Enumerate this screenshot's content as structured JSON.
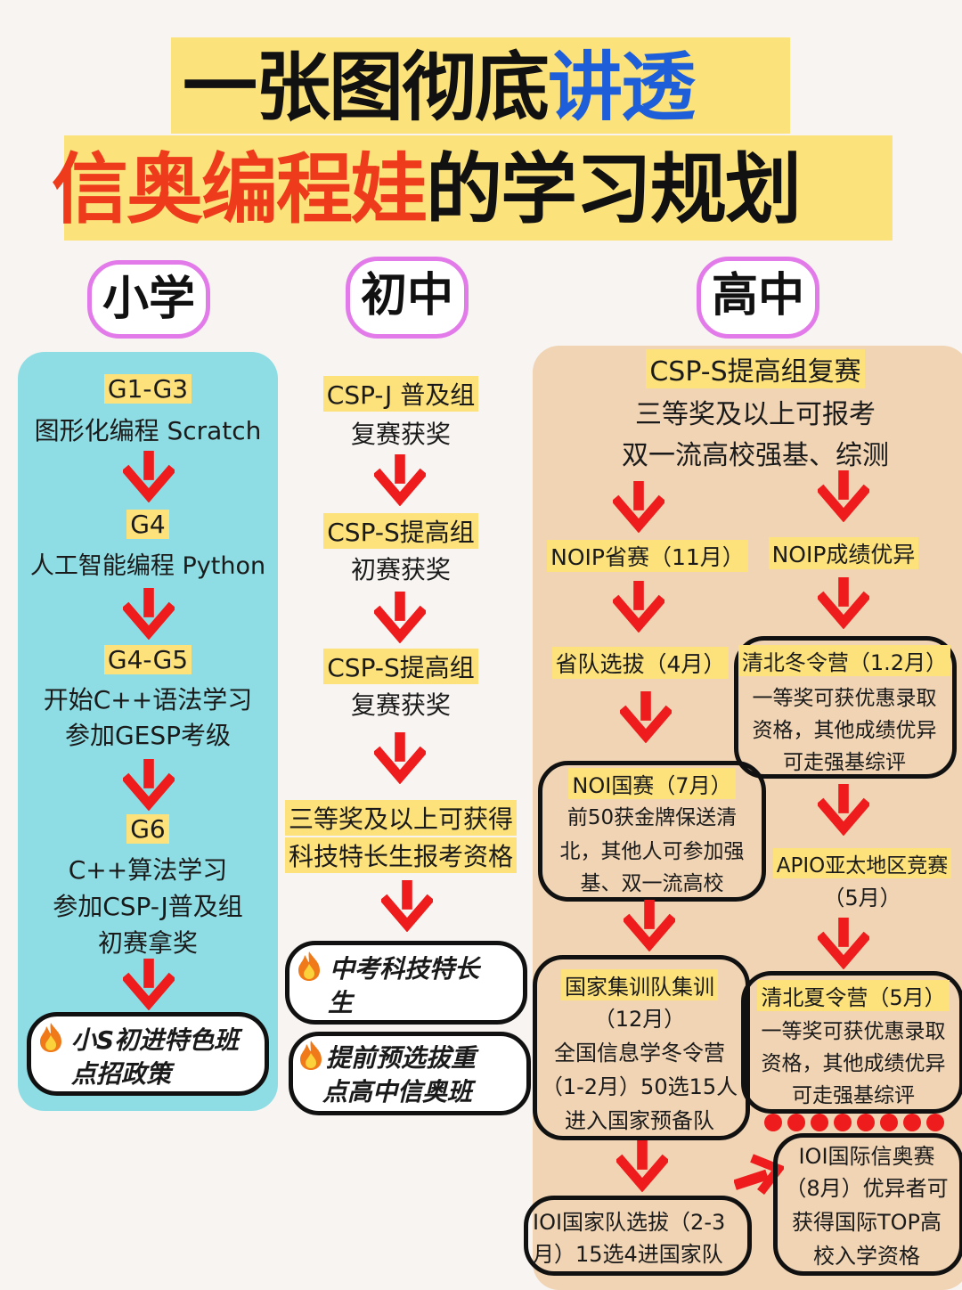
{
  "title": {
    "line1_black": "一张图彻底",
    "line1_blue": "讲透",
    "line2_red": "信奥编程娃",
    "line2_black": "的学习规划"
  },
  "stages": {
    "primary": "小学",
    "middle": "初中",
    "high": "高中"
  },
  "primary": {
    "g1": "G1-G3",
    "g1_text": "图形化编程 Scratch",
    "g4": "G4",
    "g4_text": "人工智能编程 Python",
    "g45": "G4-G5",
    "g45_text1": "开始C++语法学习",
    "g45_text2": "参加GESP考级",
    "g6": "G6",
    "g6_text1": "C++算法学习",
    "g6_text2": "参加CSP-J普及组",
    "g6_text3": "初赛拿奖",
    "box_line1": "小S初进特色班",
    "box_line2": "点招政策"
  },
  "middle": {
    "s1a": "CSP-J 普及组",
    "s1b": "复赛获奖",
    "s2a": "CSP-S提高组",
    "s2b": "初赛获奖",
    "s3a": "CSP-S提高组",
    "s3b": "复赛获奖",
    "s4a": "三等奖及以上可获得",
    "s4b": "科技特长生报考资格",
    "box1_line1": "中考科技特长",
    "box1_line2": "生",
    "box2_line1": "提前预选拔重",
    "box2_line2": "点高中信奥班"
  },
  "high": {
    "top1": "CSP-S提高组复赛",
    "top2": "三等奖及以上可报考",
    "top3": "双一流高校强基、综测",
    "noip": "NOIP省赛（11月）",
    "noip_ex": "NOIP成绩优异",
    "prov": "省队选拔（4月）",
    "winter1": "清北冬令营（1.2月）",
    "winter2": "一等奖可获优惠录取",
    "winter3": "资格，其他成绩优异",
    "winter4": "可走强基综评",
    "noi1": "NOI国赛（7月）",
    "noi2": "前50获金牌保送清",
    "noi3": "北，其他人可参加强",
    "noi4": "基、双一流高校",
    "apio1": "APIO亚太地区竞赛",
    "apio2": "（5月）",
    "camp1": "国家集训队集训",
    "camp2": "（12月）",
    "camp3": "全国信息学冬令营",
    "camp4": "（1-2月）50选15人",
    "camp5": "进入国家预备队",
    "summer1": "清北夏令营（5月）",
    "summer2": "一等奖可获优惠录取",
    "summer3": "资格，其他成绩优异",
    "summer4": "可走强基综评",
    "ioisel1": "IOI国家队选拔（2-3",
    "ioisel2": "月）15选4进国家队",
    "ioi1": "IOI国际信奥赛",
    "ioi2": "（8月）优异者可",
    "ioi3": "获得国际TOP高",
    "ioi4": "校入学资格"
  },
  "colors": {
    "accent_red": "#ee1c1c",
    "title_blue": "#1e5fd9",
    "primary_panel": "#8fdde4",
    "high_panel": "#f0d4b4",
    "highlight": "#fde27c",
    "stage_border": "#e27be9"
  },
  "icons": [
    "fire-icon",
    "down-arrow-icon",
    "right-arrow-icon"
  ]
}
